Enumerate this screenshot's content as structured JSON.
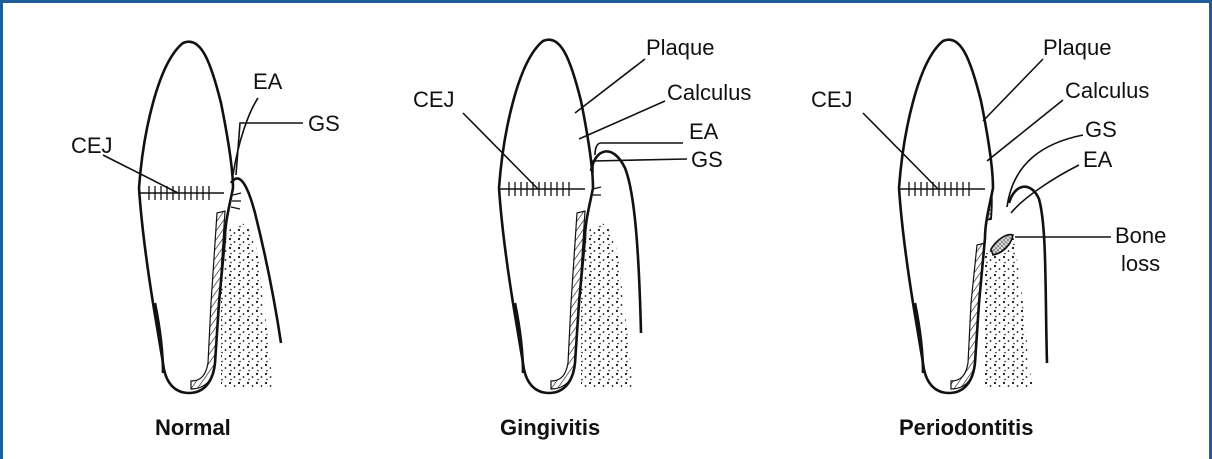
{
  "panels": [
    {
      "caption": "Normal",
      "labels": {
        "cej": "CEJ",
        "ea": "EA",
        "gs": "GS"
      }
    },
    {
      "caption": "Gingivitis",
      "labels": {
        "cej": "CEJ",
        "plaque": "Plaque",
        "calculus": "Calculus",
        "ea": "EA",
        "gs": "GS"
      }
    },
    {
      "caption": "Periodontitis",
      "labels": {
        "cej": "CEJ",
        "plaque": "Plaque",
        "calculus": "Calculus",
        "gs": "GS",
        "ea": "EA",
        "bone_loss_1": "Bone",
        "bone_loss_2": "loss"
      }
    }
  ],
  "colors": {
    "frame_border": "#1f5e9a",
    "ink": "#111111",
    "calculus_fill": "#555555"
  }
}
